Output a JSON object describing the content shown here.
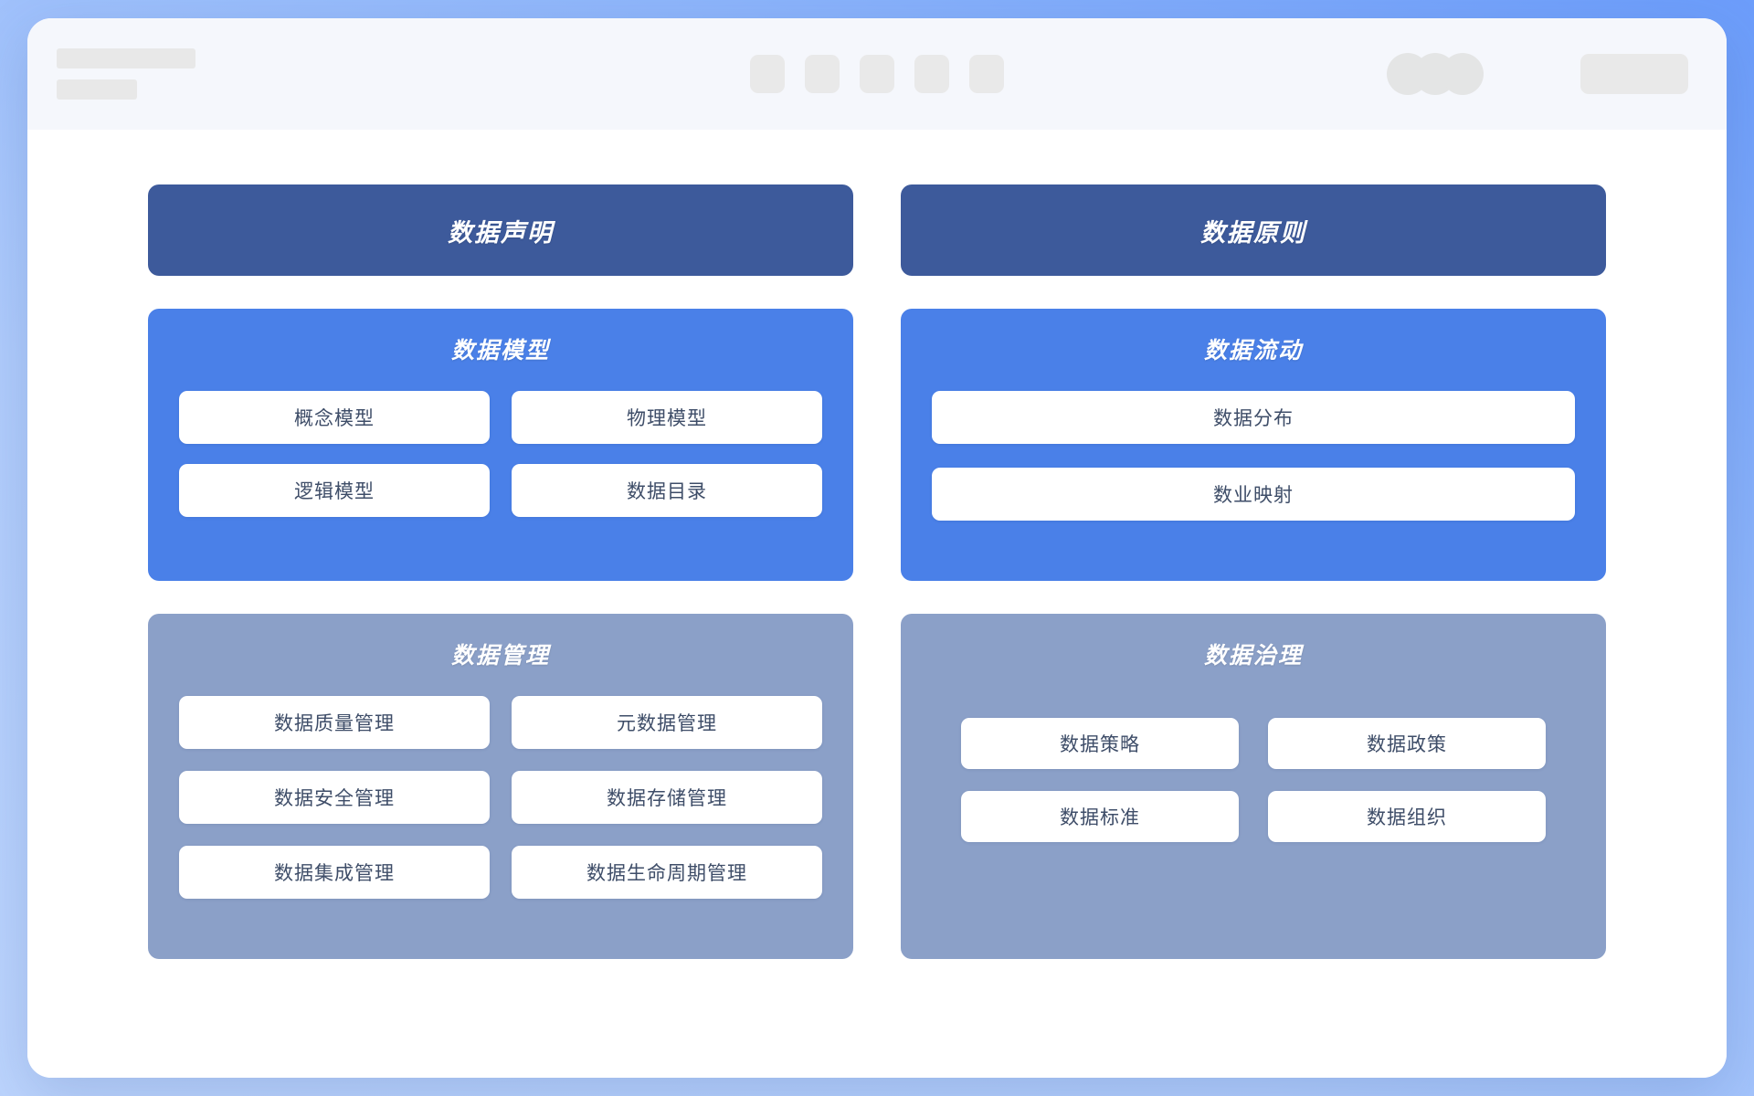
{
  "window": {
    "titlebar": {
      "left_skeleton_bars": [
        "",
        ""
      ],
      "center_icon_count": 5,
      "avatar_count": 3,
      "action_pill": ""
    }
  },
  "theme": {
    "background_gradient_from": "#bcd4fd",
    "background_gradient_to": "#6c9dfb",
    "banner_card_color": "#3d5a9b",
    "blue_card_color": "#4a80e8",
    "slate_card_color": "#8ba0c8",
    "item_tile_color": "#ffffff",
    "item_text_color": "#3e4d68"
  },
  "board": {
    "cards": [
      {
        "id": "statement",
        "style": "banner",
        "title": "数据声明",
        "items": []
      },
      {
        "id": "principle",
        "style": "banner",
        "title": "数据原则",
        "items": []
      },
      {
        "id": "model",
        "style": "blue",
        "title": "数据模型",
        "columns": 2,
        "items": [
          "概念模型",
          "物理模型",
          "逻辑模型",
          "数据目录"
        ]
      },
      {
        "id": "flow",
        "style": "blue",
        "title": "数据流动",
        "columns": 1,
        "items": [
          "数据分布",
          "数业映射"
        ]
      },
      {
        "id": "manage",
        "style": "slate",
        "title": "数据管理",
        "columns": 2,
        "items": [
          "数据质量管理",
          "元数据管理",
          "数据安全管理",
          "数据存储管理",
          "数据集成管理",
          "数据生命周期管理"
        ]
      },
      {
        "id": "govern",
        "style": "slate",
        "title": "数据治理",
        "columns": 2,
        "items": [
          "数据策略",
          "数据政策",
          "数据标准",
          "数据组织"
        ]
      }
    ]
  }
}
